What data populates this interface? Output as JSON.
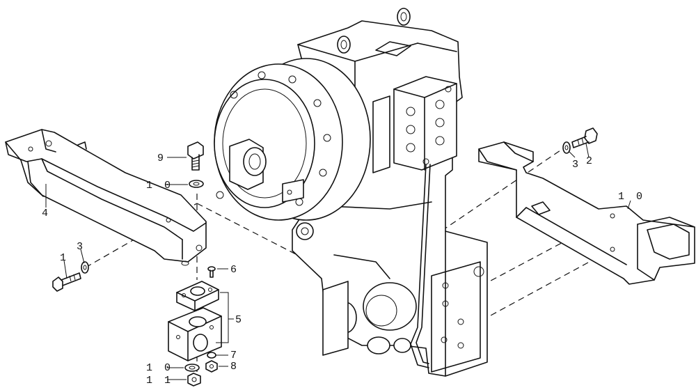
{
  "callouts": [
    {
      "id": "c1",
      "text": "1"
    },
    {
      "id": "c2",
      "text": "2"
    },
    {
      "id": "c3a",
      "text": "3"
    },
    {
      "id": "c3b",
      "text": "3"
    },
    {
      "id": "c4",
      "text": "4"
    },
    {
      "id": "c5",
      "text": "5"
    },
    {
      "id": "c6",
      "text": "6"
    },
    {
      "id": "c7",
      "text": "7"
    },
    {
      "id": "c8",
      "text": "8"
    },
    {
      "id": "c9",
      "text": "9"
    },
    {
      "id": "c10a",
      "text": "1 0"
    },
    {
      "id": "c10b",
      "text": "1 0"
    },
    {
      "id": "c10c",
      "text": "1 0"
    },
    {
      "id": "c11",
      "text": "1 1"
    }
  ]
}
